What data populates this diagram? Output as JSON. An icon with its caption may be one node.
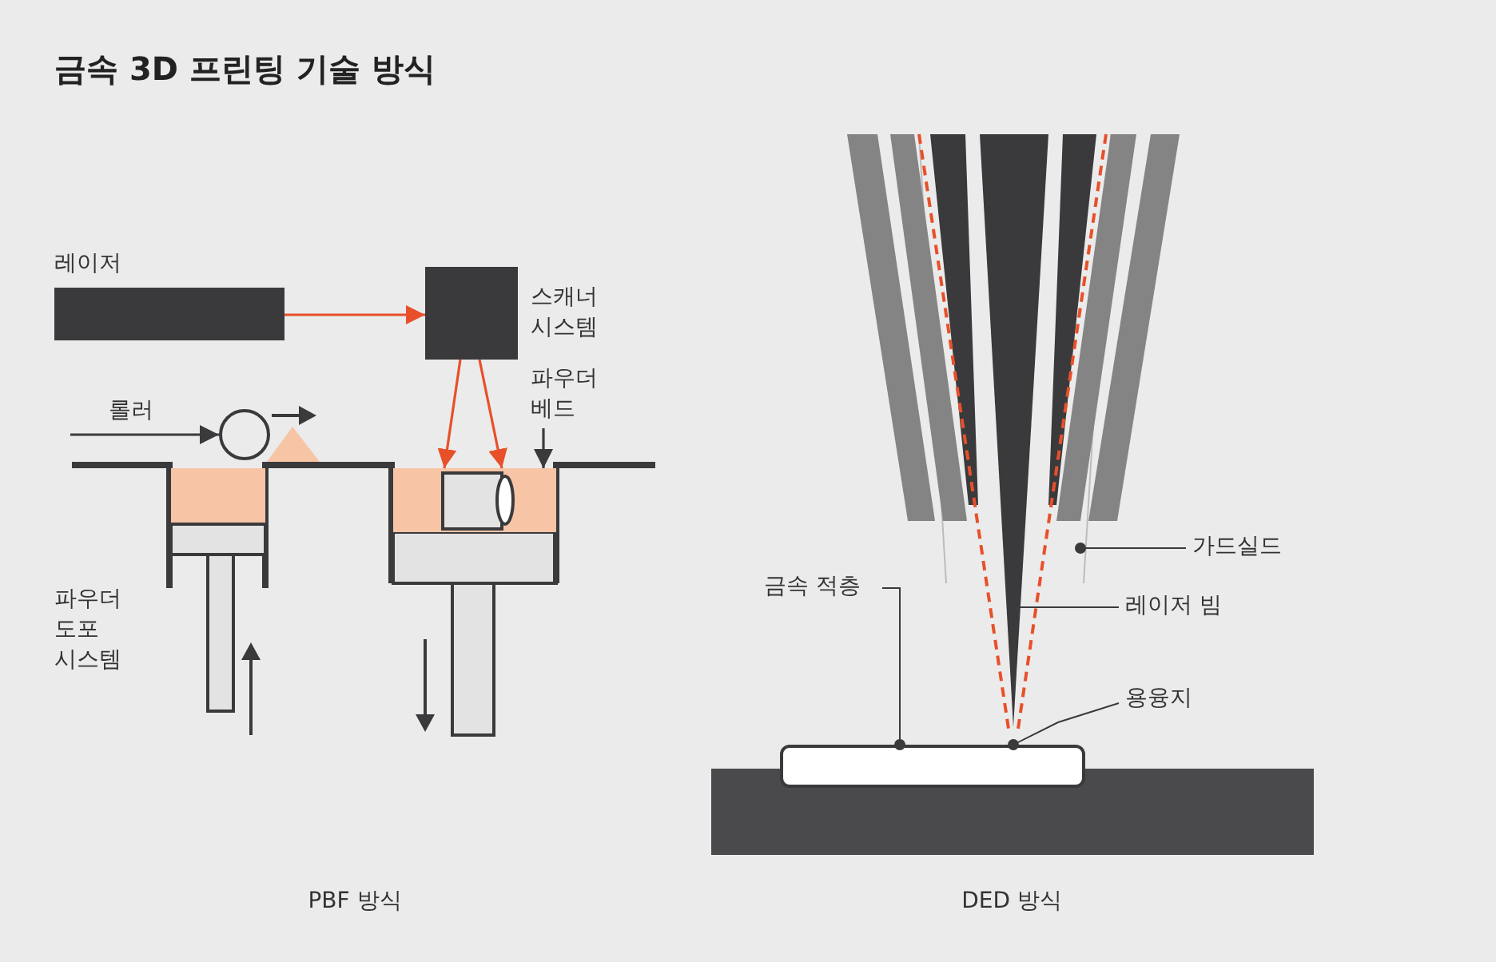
{
  "diagram": {
    "title": "금속 3D 프린팅 기술 방식",
    "nodes": [
      {
        "text": [
          "레이저"
        ]
      },
      {
        "text": [
          "스캐너 시스템"
        ]
      },
      {
        "text": [],
        "shape": "box"
      },
      {
        "text": [
          "롤러"
        ]
      },
      {
        "text": [],
        "shape": "circle"
      },
      {
        "text": [
          "파우더 베드"
        ]
      },
      {
        "text": [
          "금속 적층"
        ]
      },
      {
        "text": [],
        "shape": "box"
      },
      {
        "text": [
          "가드실드"
        ]
      },
      {
        "text": [
          "레이저 빔"
        ]
      },
      {
        "text": [
          "용융지"
        ]
      }
    ],
    "edges": [
      {
        "from": 0,
        "to": 1,
        "arrow": "to",
        "color": "#e8502a"
      },
      {
        "from": 1,
        "to": 2,
        "arrow": "to",
        "color": "#e8502a"
      },
      {
        "from": 1,
        "to": 2,
        "arrow": "to",
        "color": "#e8502a"
      },
      {
        "from": 3,
        "to": 4,
        "arrow": "to"
      },
      {
        "from": 5,
        "to": 2,
        "arrow": "to"
      },
      {
        "from": 6,
        "to": 7,
        "arrow": "other"
      },
      {
        "from": 8,
        "to": null,
        "arrow": "other"
      },
      {
        "from": 9,
        "to": null,
        "arrow": "other"
      },
      {
        "from": 10,
        "to": 7,
        "arrow": "other"
      }
    ],
    "labels": [
      "파우더 도포 시스템",
      "PBF 방식",
      "DED 방식"
    ]
  }
}
